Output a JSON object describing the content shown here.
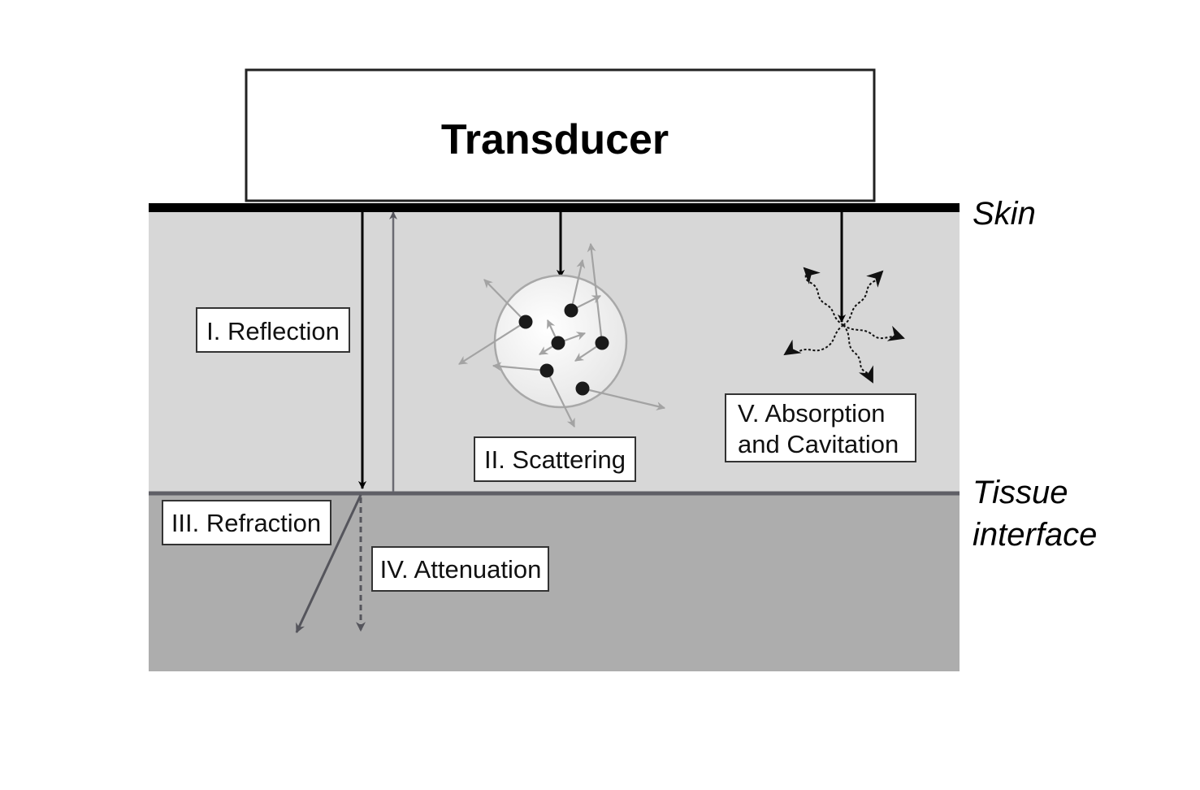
{
  "transducer": {
    "label": "Transducer"
  },
  "layers": {
    "skin_label": "Skin",
    "interface_label_line1": "Tissue",
    "interface_label_line2": "interface"
  },
  "mechanisms": {
    "reflection": "I. Reflection",
    "scattering": "II. Scattering",
    "refraction": "III. Refraction",
    "attenuation": "IV. Attenuation",
    "absorption_line1": "V. Absorption",
    "absorption_line2": "and Cavitation"
  },
  "colors": {
    "upper_tissue": "#d7d7d7",
    "lower_tissue": "#adadad",
    "skin_line": "#000000",
    "interface_line": "#5f5f66",
    "reflected_wave": "#6a6a72",
    "scatter_arrows": "#a3a3a3",
    "particles": "#1a1a1a"
  }
}
